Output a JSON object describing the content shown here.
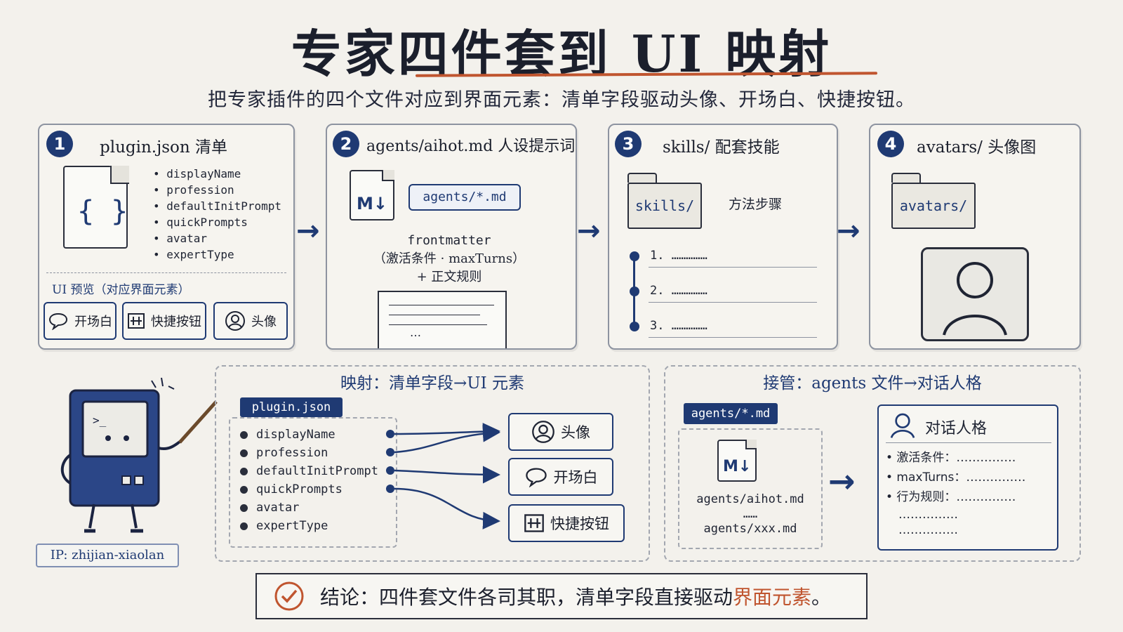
{
  "title": "专家四件套到 UI 映射",
  "subtitle": "把专家插件的四个文件对应到界面元素：清单字段驱动头像、开场白、快捷按钮。",
  "panel1": {
    "number": "1",
    "title": "plugin.json 清单",
    "file_glyph": "{ }",
    "fields": [
      "displayName",
      "profession",
      "defaultInitPrompt",
      "quickPrompts",
      "avatar",
      "expertType"
    ],
    "preview_label": "UI 预览（对应界面元素）",
    "chips": [
      {
        "icon": "speech-bubble-icon",
        "label": "开场白"
      },
      {
        "icon": "grid-icon",
        "label": "快捷按钮"
      },
      {
        "icon": "user-icon",
        "label": "头像"
      }
    ]
  },
  "panel2": {
    "number": "2",
    "title": "agents/aihot.md 人设提示词",
    "file_glyph": "M↓",
    "code_chip": "agents/*.md",
    "lines": [
      "frontmatter",
      "（激活条件 · maxTurns）",
      "+ 正文规则"
    ],
    "doc_ellipsis": "…"
  },
  "panel3": {
    "number": "3",
    "title": "skills/ 配套技能",
    "folder_label": "skills/",
    "caption": "方法步骤",
    "steps": [
      "1. ……………",
      "2. ……………",
      "3. ……………"
    ]
  },
  "panel4": {
    "number": "4",
    "title": "avatars/ 头像图",
    "folder_label": "avatars/"
  },
  "mapping": {
    "title": "映射：清单字段→UI 元素",
    "source_label": "plugin.json",
    "fields": [
      "displayName",
      "profession",
      "defaultInitPrompt",
      "quickPrompts",
      "avatar",
      "expertType"
    ],
    "targets": [
      {
        "icon": "user-icon",
        "label": "头像"
      },
      {
        "icon": "speech-bubble-icon",
        "label": "开场白"
      },
      {
        "icon": "grid-icon",
        "label": "快捷按钮"
      }
    ]
  },
  "takeover": {
    "title": "接管：agents 文件→对话人格",
    "source_label": "agents/*.md",
    "file_glyph": "M↓",
    "files": [
      "agents/aihot.md",
      "……",
      "agents/xxx.md"
    ],
    "persona_title": "对话人格",
    "persona_rows": [
      "• 激活条件：……………",
      "• maxTurns：……………",
      "• 行为规则：……………",
      "……………",
      "……………"
    ]
  },
  "ip_tag": "IP: zhijian-xiaolan",
  "conclusion": {
    "prefix": "结论：四件套文件各司其职，清单字段直接驱动",
    "highlight": "界面元素",
    "suffix": "。"
  },
  "colors": {
    "navy": "#1f3a73",
    "accent_orange": "#c0552f",
    "background": "#f3f1ec"
  }
}
